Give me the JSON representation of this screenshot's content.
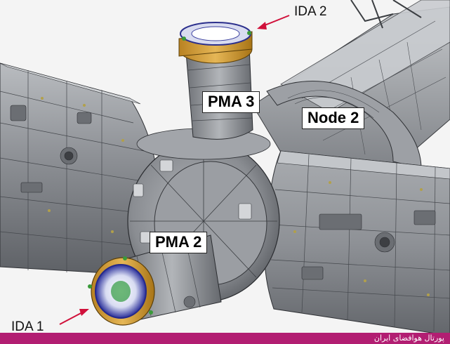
{
  "labels": {
    "ida2": "IDA 2",
    "pma3": "PMA 3",
    "node2": "Node 2",
    "pma2": "PMA 2",
    "ida1": "IDA 1"
  },
  "footer": {
    "text": "پورتال هوافضای ایران"
  },
  "colors": {
    "arrow": "#d0103a",
    "footer_bg": "#b21e72",
    "adapter_gold": "#d9a441",
    "hull": "#8c8f93"
  }
}
